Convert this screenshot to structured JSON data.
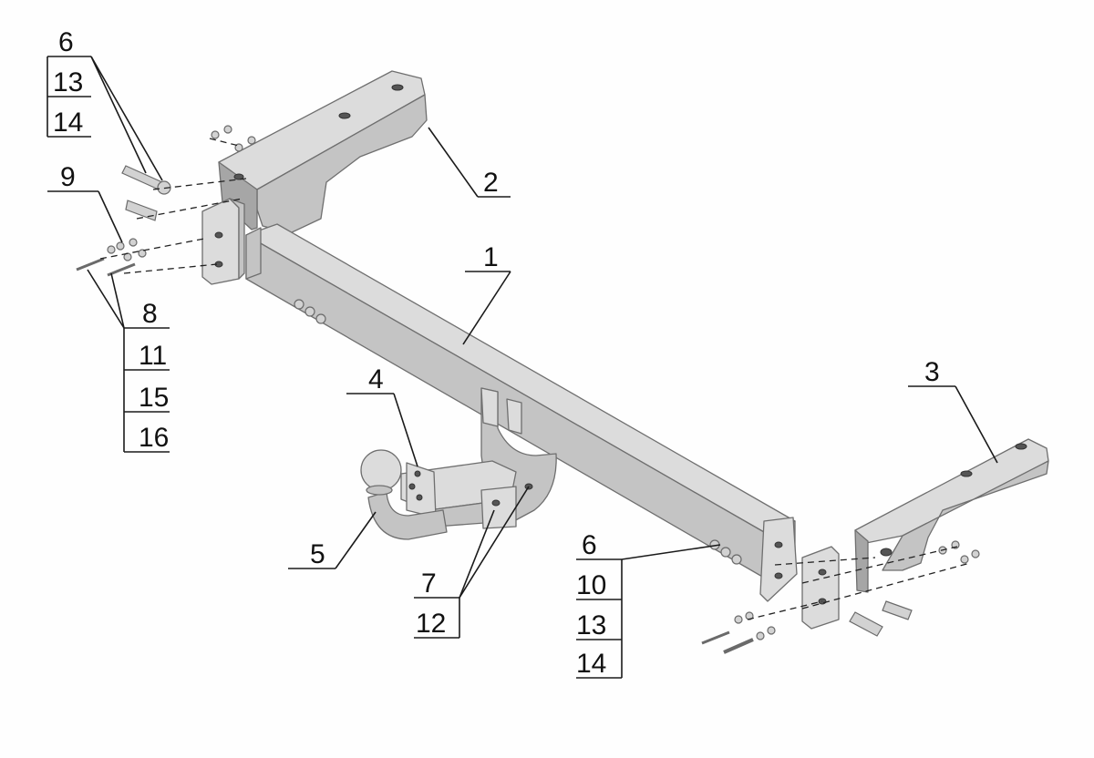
{
  "callouts": {
    "c1": "1",
    "c2": "2",
    "c3": "3",
    "c4": "4",
    "c5": "5",
    "top_left_stack": [
      "6",
      "13",
      "14"
    ],
    "c9": "9",
    "left_stack": [
      "8",
      "11",
      "15",
      "16"
    ],
    "bottom_pair": [
      "7",
      "12"
    ],
    "right_stack": [
      "6",
      "10",
      "13",
      "14"
    ]
  }
}
